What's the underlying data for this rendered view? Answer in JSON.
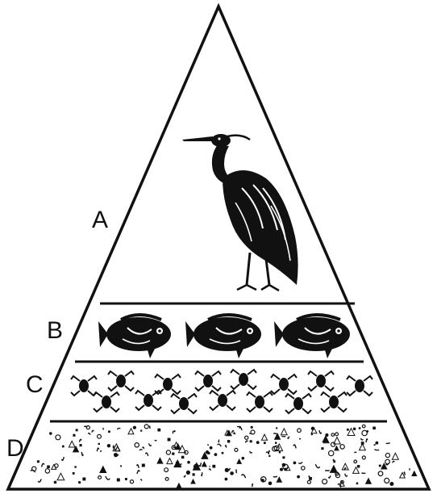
{
  "levels": [
    {
      "label": "A",
      "organism": "heron-icon"
    },
    {
      "label": "B",
      "organism": "sunfish-icon"
    },
    {
      "label": "C",
      "organism": "frog-icon"
    },
    {
      "label": "D",
      "organism": "plankton-icon"
    }
  ],
  "colors": {
    "ink": "#111111",
    "background": "#ffffff"
  }
}
